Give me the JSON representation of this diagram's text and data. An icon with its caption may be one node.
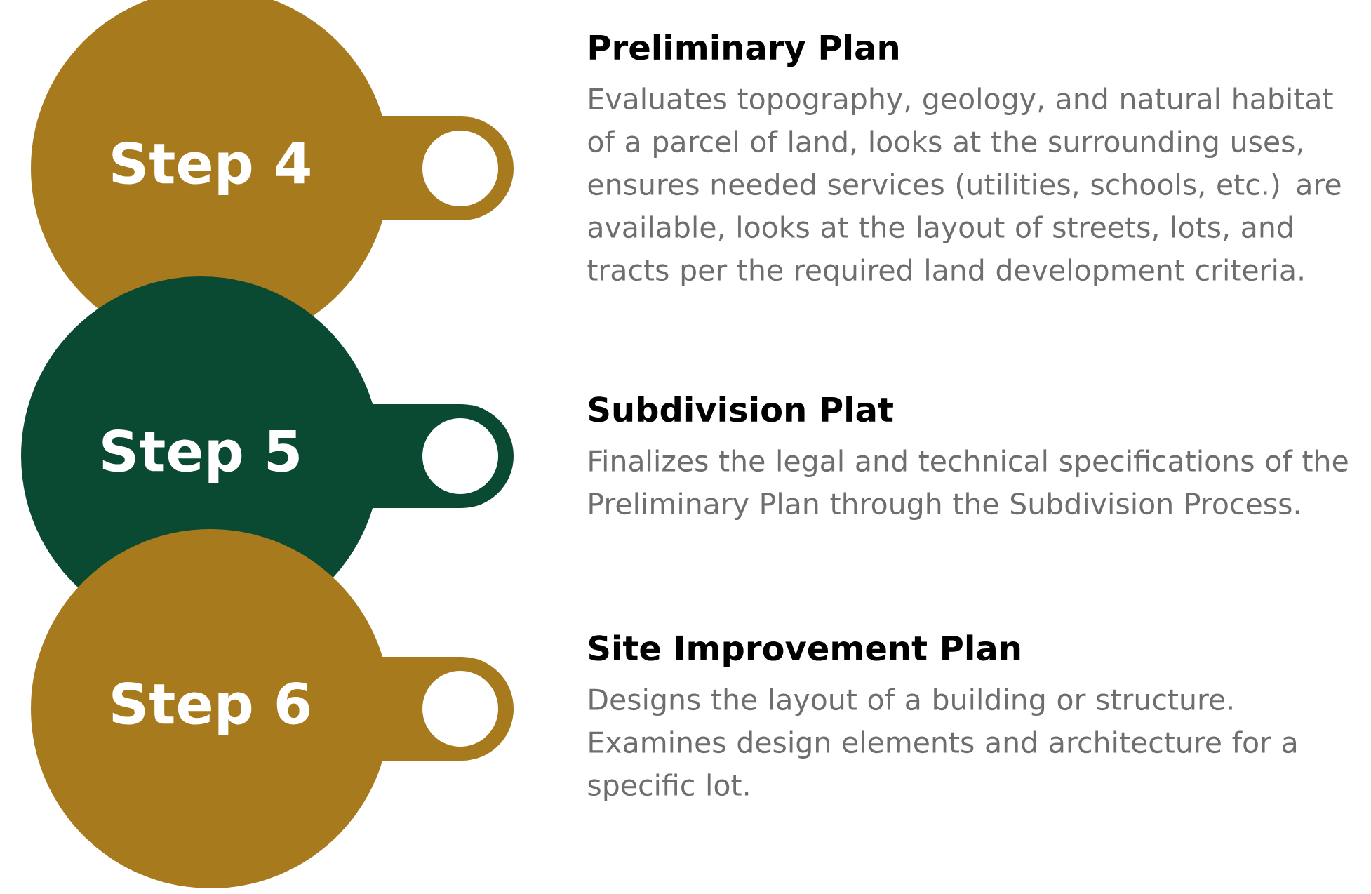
{
  "diagram": {
    "nodes": [
      {
        "text": [
          "Step 4"
        ],
        "beside": [
          "Preliminary Plan",
          "Evaluates topography, geology, and natural habitat of a parcel of land, looks at the surrounding uses, ensures needed services (utilities, schools, etc.) are available, looks at the layout of streets, lots, and tracts per the required land development criteria."
        ]
      },
      {
        "text": [
          "Step 5"
        ],
        "beside": [
          "Subdivision Plat",
          "Finalizes the legal and technical specifications of the Preliminary Plan through the Subdivision Process."
        ]
      },
      {
        "text": [
          "Step 6"
        ],
        "beside": [
          "Site Improvement Plan",
          "Designs the layout of a building or structure. Examines design elements and architecture for a specific lot."
        ]
      }
    ]
  }
}
